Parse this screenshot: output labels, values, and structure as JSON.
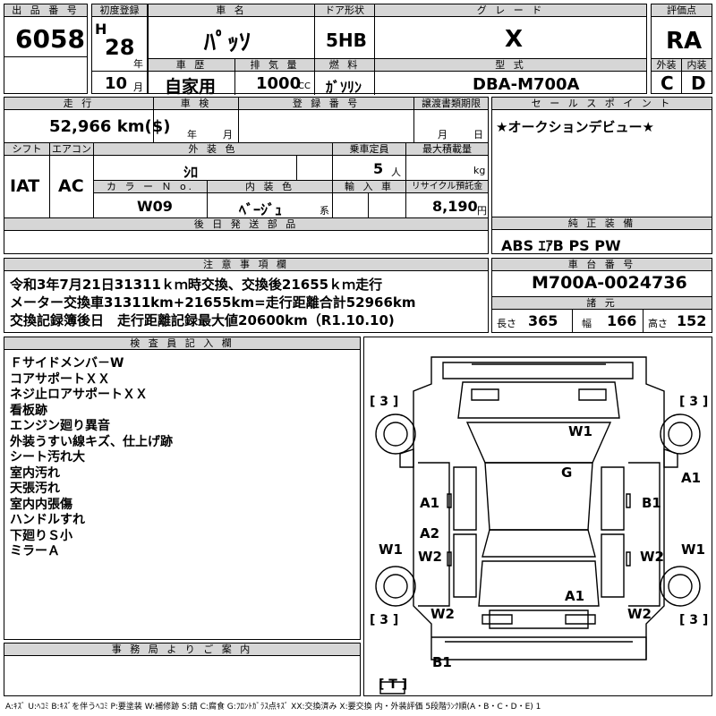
{
  "top": {
    "lot_label": "出 品 番 号",
    "lot_value": "6058",
    "first_reg_label": "初度登録",
    "era": "H",
    "year": "28",
    "year_unit": "年",
    "month": "10",
    "month_unit": "月",
    "car_name_label": "車 名",
    "car_name": "ﾊﾟｯｿ",
    "door_label": "ドア形状",
    "door_value": "5HB",
    "grade_label": "グ レ ー ド",
    "grade_value": "X",
    "score_label": "評価点",
    "score_value": "RA",
    "history_label": "車 歴",
    "history_value": "自家用",
    "displacement_label": "排 気 量",
    "displacement_value": "1000",
    "displacement_unit": "CC",
    "fuel_label": "燃 料",
    "fuel_value": "ｶﾞｿﾘﾝ",
    "model_label": "型 式",
    "model_value": "DBA-M700A",
    "exterior_label": "外装",
    "interior_label": "内装",
    "exterior_value": "C",
    "interior_value": "D"
  },
  "middle": {
    "mileage_label": "走 行",
    "mileage_value": "52,966 km($)",
    "inspection_label": "車 検",
    "inspection_year": "年",
    "inspection_month": "月",
    "reg_no_label": "登 録 番 号",
    "transfer_label": "譲渡書類期限",
    "transfer_month": "月",
    "transfer_day": "日",
    "shift_label": "シフト",
    "ac_label": "エアコン",
    "shift_value": "IAT",
    "ac_value": "AC",
    "ext_color_label": "外 装 色",
    "ext_color_value": "ｼﾛ",
    "capacity_label": "乗車定員",
    "capacity_value": "5",
    "capacity_unit": "人",
    "load_label": "最大積載量",
    "load_unit": "kg",
    "color_no_label": "カ ラ ー Ｎ o.",
    "color_no_value": "W09",
    "int_color_label": "内 装 色",
    "int_color_value": "ﾍﾞｰｼﾞｭ",
    "int_color_suffix": "系",
    "import_label": "輸 入 車",
    "recycle_label": "リサイクル預託金",
    "recycle_value": "8,190",
    "recycle_unit": "円",
    "later_parts_label": "後 日 発 送 部 品",
    "sales_point_label": "セ ー ル ス ポ イ ン ト",
    "sales_point_value": "★オークションデビュー★",
    "equipment_label": "純 正 装 備",
    "equipment_value": "ABS ｴｱB PS PW"
  },
  "notes": {
    "label": "注 意 事 項 欄",
    "lines": [
      "令和3年7月21日31311ｋｍ時交換、交換後21655ｋｍ走行",
      "メーター交換車31311km+21655km=走行距離合計52966km",
      "交換記録簿後日　走行距離記録最大値20600km（R1.10.10)"
    ]
  },
  "chassis": {
    "label": "車 台 番 号",
    "value": "M700A-0024736",
    "dims_label": "諸 元",
    "length_label": "長さ",
    "length_value": "365",
    "width_label": "幅",
    "width_value": "166",
    "height_label": "高さ",
    "height_value": "152"
  },
  "inspector": {
    "label": "検 査 員 記 入 欄",
    "lines": [
      "Ｆサイドメンバ－W",
      "コアサポートＸＸ",
      "ネジ止ロアサポートＸＸ",
      "看板跡",
      "エンジン廻り異音",
      "外装うすい線キズ、仕上げ跡",
      "シート汚れ大",
      "室内汚れ",
      "天張汚れ",
      "室内内張傷",
      "ハンドルすれ",
      "下廻りＳ小",
      "ミラーＡ"
    ]
  },
  "diagram": {
    "tire_marks": [
      "[ 3 ]",
      "[ 3 ]",
      "[ 3 ]",
      "[ 3 ]",
      "[ T ]"
    ],
    "marks": [
      "W1",
      "G",
      "A1",
      "B1",
      "A1",
      "A2",
      "W1",
      "W2",
      "W2",
      "W1",
      "A1",
      "W2",
      "W2",
      "B1"
    ]
  },
  "office": {
    "label": "事 務 局 よ り ご 案 内"
  },
  "legend": "A:ｷｽﾞ U:ﾍｺﾐ B:ｷｽﾞを伴うﾍｺﾐ P:要塗装 W:補修跡 S:錆 C:腐食 G:ﾌﾛﾝﾄｶﾞﾗｽ点ｷｽﾞ XX:交換済み X:要交換 内・外装評価 5段階ﾗﾝｸ順(A・B・C・D・E) 1"
}
